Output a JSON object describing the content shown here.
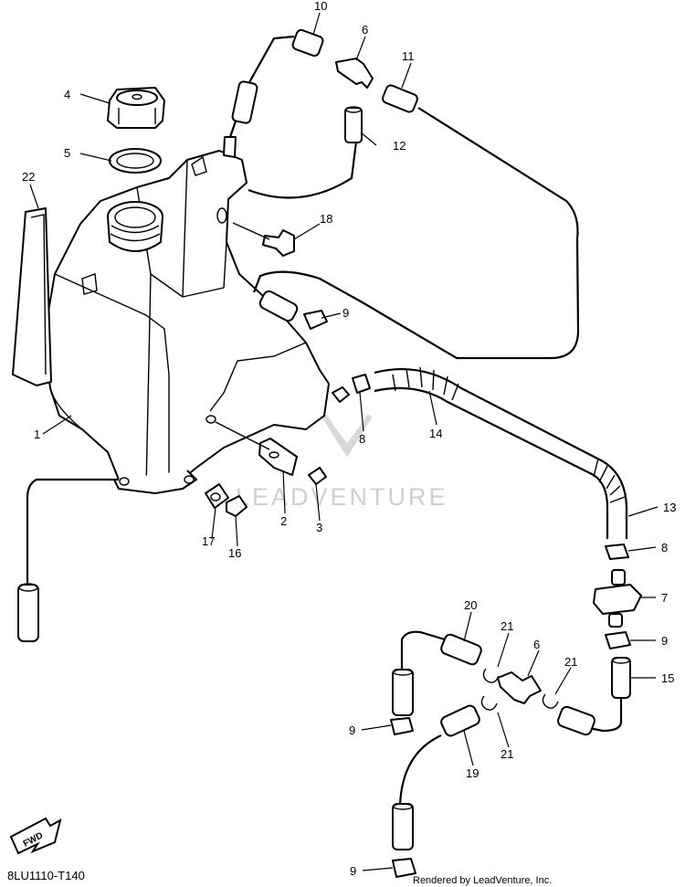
{
  "diagram_id": "8LU1110-T140",
  "render_credit": "Rendered by LeadVenture, Inc.",
  "watermark": "LEADVENTURE",
  "fwd_label": "FWD",
  "callouts": [
    "10",
    "6",
    "11",
    "4",
    "12",
    "5",
    "22",
    "18",
    "9",
    "1",
    "14",
    "8",
    "13",
    "2",
    "3",
    "17",
    "16",
    "8",
    "7",
    "20",
    "21",
    "6",
    "21",
    "9",
    "15",
    "9",
    "21",
    "19",
    "9"
  ]
}
